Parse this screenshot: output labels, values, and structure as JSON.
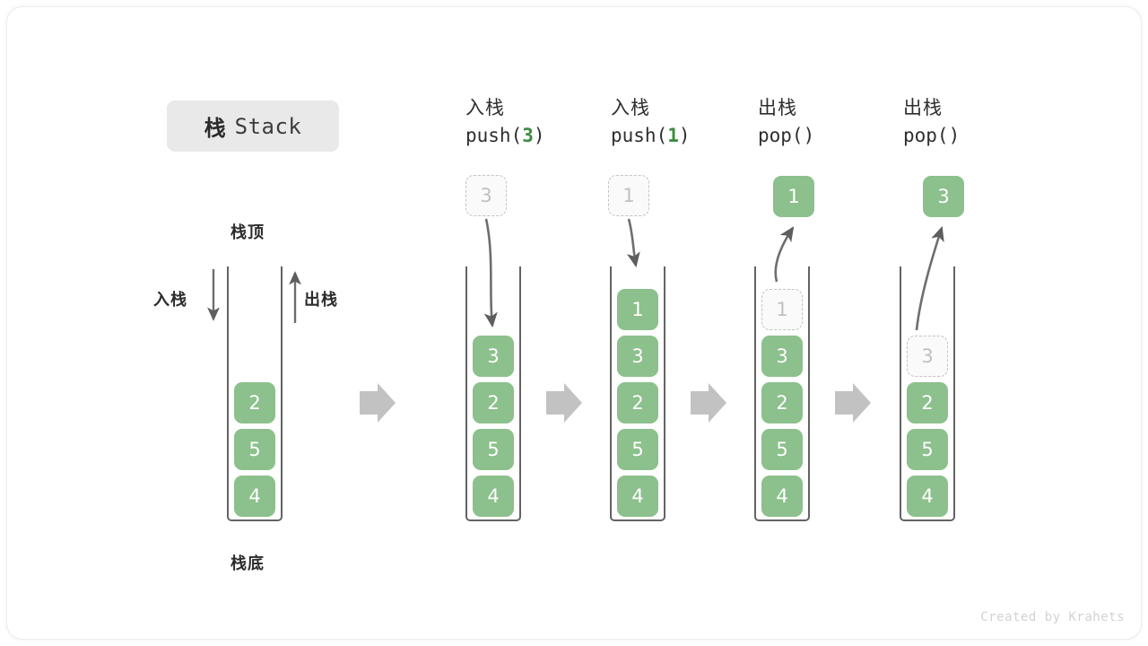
{
  "title": {
    "cn": "栈",
    "en": "Stack"
  },
  "labels": {
    "top": "栈顶",
    "bottom": "栈底",
    "push": "入栈",
    "pop": "出栈"
  },
  "footer": "Created by Krahets",
  "colors": {
    "cell_green": "#8cc08c",
    "accent_green": "#3d8b42",
    "container_border": "#636363",
    "ghost_border": "#c3c3c3",
    "ghost_text": "#c0c0c0",
    "arrow_gray": "#6e6e6e",
    "block_arrow": "#c2c2c2",
    "chip_bg": "#e9e9e9",
    "footer_text": "#d2d2d2"
  },
  "columns": [
    {
      "id": "initial",
      "header_line1": "",
      "header_line2": "",
      "op": "none",
      "arg": "",
      "cells_bottom_to_top": [
        "4",
        "5",
        "2"
      ],
      "ghost_in_stack": null,
      "float_box": null
    },
    {
      "id": "push-3",
      "header_line1": "入栈",
      "header_line2_prefix": "push(",
      "header_line2_arg": "3",
      "header_line2_suffix": ")",
      "op": "push",
      "arg": "3",
      "cells_bottom_to_top": [
        "4",
        "5",
        "2",
        "3"
      ],
      "ghost_in_stack": null,
      "float_box": {
        "kind": "ghost",
        "value": "3"
      }
    },
    {
      "id": "push-1",
      "header_line1": "入栈",
      "header_line2_prefix": "push(",
      "header_line2_arg": "1",
      "header_line2_suffix": ")",
      "op": "push",
      "arg": "1",
      "cells_bottom_to_top": [
        "4",
        "5",
        "2",
        "3",
        "1"
      ],
      "ghost_in_stack": null,
      "float_box": {
        "kind": "ghost",
        "value": "1"
      }
    },
    {
      "id": "pop-1",
      "header_line1": "出栈",
      "header_line2_prefix": "pop(",
      "header_line2_arg": "",
      "header_line2_suffix": ")",
      "op": "pop",
      "arg": "1",
      "cells_bottom_to_top": [
        "4",
        "5",
        "2",
        "3"
      ],
      "ghost_in_stack": "1",
      "float_box": {
        "kind": "solid",
        "value": "1"
      }
    },
    {
      "id": "pop-3",
      "header_line1": "出栈",
      "header_line2_prefix": "pop(",
      "header_line2_arg": "",
      "header_line2_suffix": ")",
      "op": "pop",
      "arg": "3",
      "cells_bottom_to_top": [
        "4",
        "5",
        "2"
      ],
      "ghost_in_stack": "3",
      "float_box": {
        "kind": "solid",
        "value": "3"
      }
    }
  ]
}
